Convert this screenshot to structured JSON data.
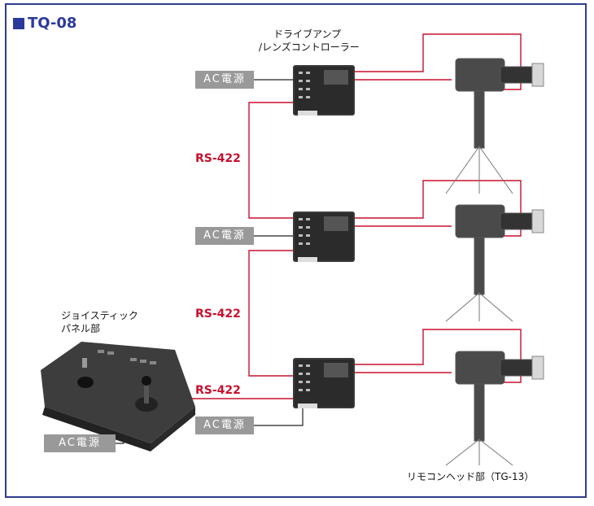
{
  "title": "TQ-08",
  "drive_amp_label_line1": "ドライブアンプ",
  "drive_amp_label_line2": "/レンズコントローラー",
  "joystick_label_line1": "ジョイスティック",
  "joystick_label_line2": "パネル部",
  "remote_head_label": "リモコンヘッド部（TG-13）",
  "ac_power_label": "AC電源",
  "rs_label": "RS-422",
  "colors": {
    "frame": "#2e3d8f",
    "title": "#2b3a9a",
    "rs_line": "#c8102e",
    "ac_badge": "#999999"
  }
}
